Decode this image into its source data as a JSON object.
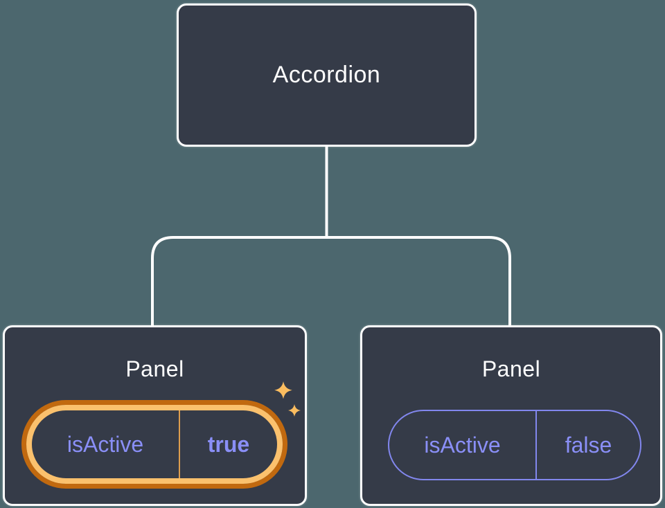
{
  "diagram": {
    "description": "React component tree diagram: Accordion parent with two Panel children holding isActive state",
    "root": {
      "label": "Accordion"
    },
    "children": [
      {
        "label": "Panel",
        "state": {
          "key": "isActive",
          "value": "true"
        },
        "highlighted": true,
        "decoration": "sparkles"
      },
      {
        "label": "Panel",
        "state": {
          "key": "isActive",
          "value": "false"
        },
        "highlighted": false,
        "decoration": "none"
      }
    ]
  },
  "colors": {
    "background": "#4C676E",
    "card_bg": "#353B48",
    "card_border": "#FFFFFF",
    "connector": "#FFFFFF",
    "purple_text": "#8A8FF7",
    "pill_border_purple": "#8287EE",
    "highlight_outer": "#C1690F",
    "highlight_inner": "#FBC16D",
    "divider_orange": "#DD9E4E",
    "sparkle": "#FBBD60",
    "title_text": "#FFFFFF"
  }
}
